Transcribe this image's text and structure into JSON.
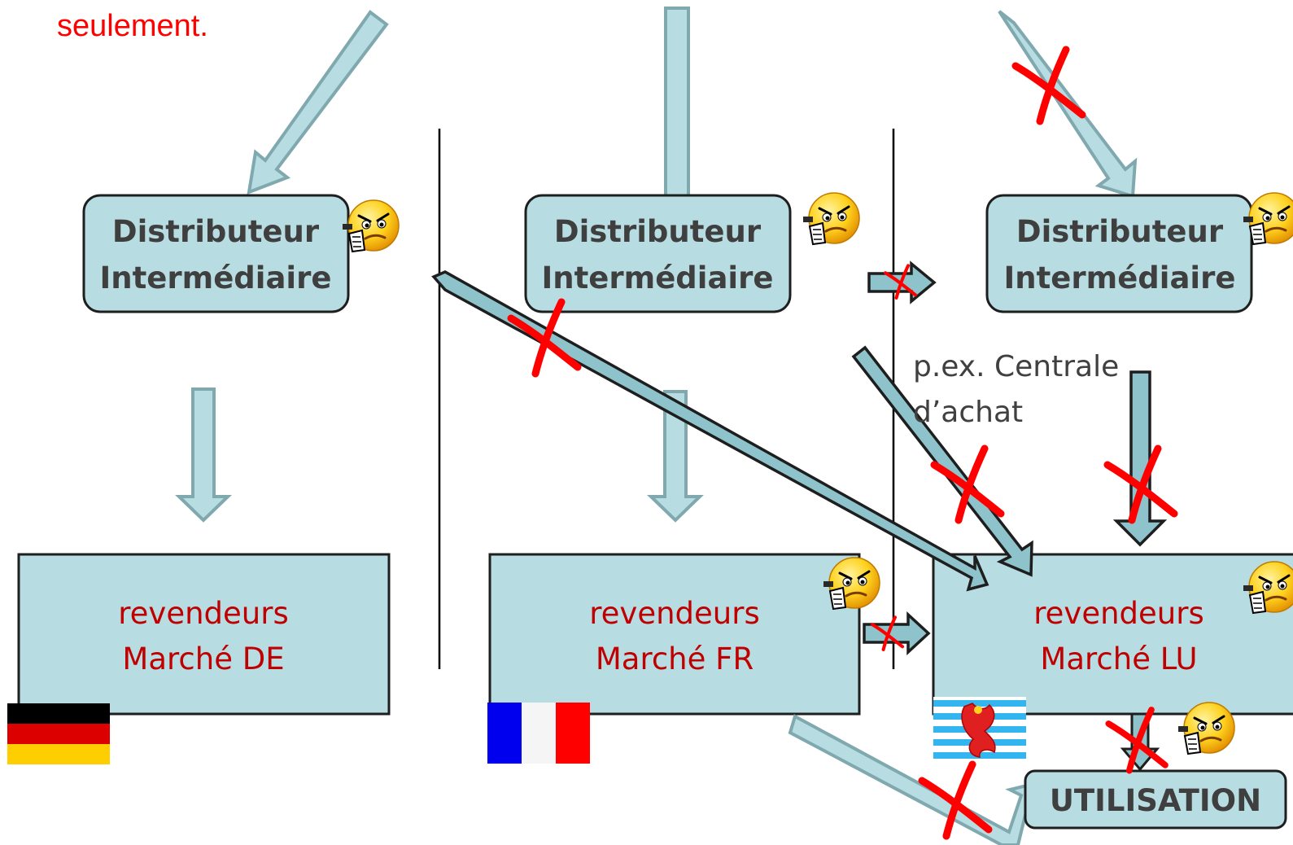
{
  "header_note": "seulement.",
  "distributors": [
    {
      "line1": "Distributeur",
      "line2": "Intermédiaire"
    },
    {
      "line1": "Distributeur",
      "line2": "Intermédiaire"
    },
    {
      "line1": "Distributeur",
      "line2": "Intermédiaire"
    }
  ],
  "markets": [
    {
      "line1": "revendeurs",
      "line2": "Marché DE",
      "flag": "flag-germany"
    },
    {
      "line1": "revendeurs",
      "line2": "Marché FR",
      "flag": "flag-france"
    },
    {
      "line1": "revendeurs",
      "line2": "Marché LU",
      "flag": "flag-luxembourg"
    }
  ],
  "note": {
    "line1": "p.ex. Centrale",
    "line2": "d’achat"
  },
  "utilisation": "UTILISATION",
  "colors": {
    "box_fill": "#b7dde2",
    "box_stroke": "#1e1e1e",
    "arrow_light_fill": "#b7dde2",
    "arrow_light_stroke": "#7fa9ae",
    "arrow_dark_fill": "#8ec3cb",
    "arrow_dark_stroke": "#1e1e1e",
    "cross": "#ff0000",
    "market_text": "#c00000",
    "note_red": "#ff0000"
  },
  "icons": [
    "angry-thumbs-down-emoji-icon",
    "red-cross-icon",
    "flag-germany",
    "flag-france",
    "flag-luxembourg"
  ]
}
